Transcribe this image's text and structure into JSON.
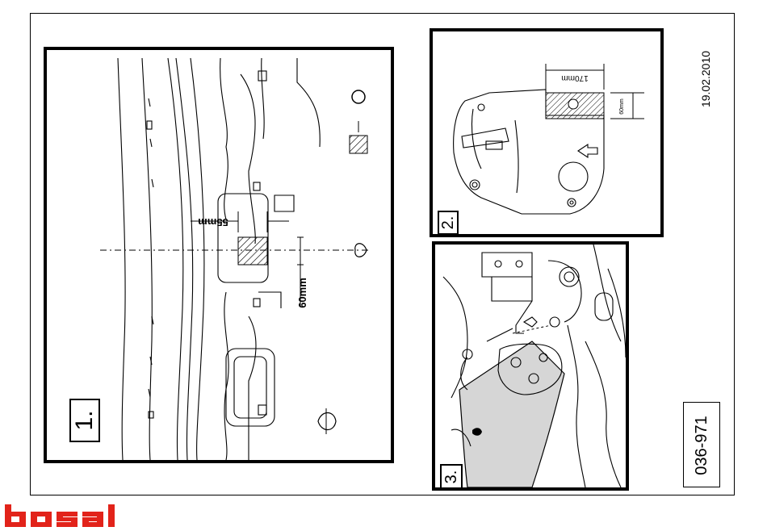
{
  "sheet": {
    "date": "19.02.2010",
    "part_number": "036-971",
    "brand": "bosal"
  },
  "panels": [
    {
      "number": "1.",
      "labels": [
        "55mm",
        "60mm"
      ]
    },
    {
      "number": "2.",
      "labels": [
        "170mm",
        "60mm"
      ]
    },
    {
      "number": "3."
    }
  ],
  "colors": {
    "brand": "#e2231a",
    "ink": "#000000"
  }
}
